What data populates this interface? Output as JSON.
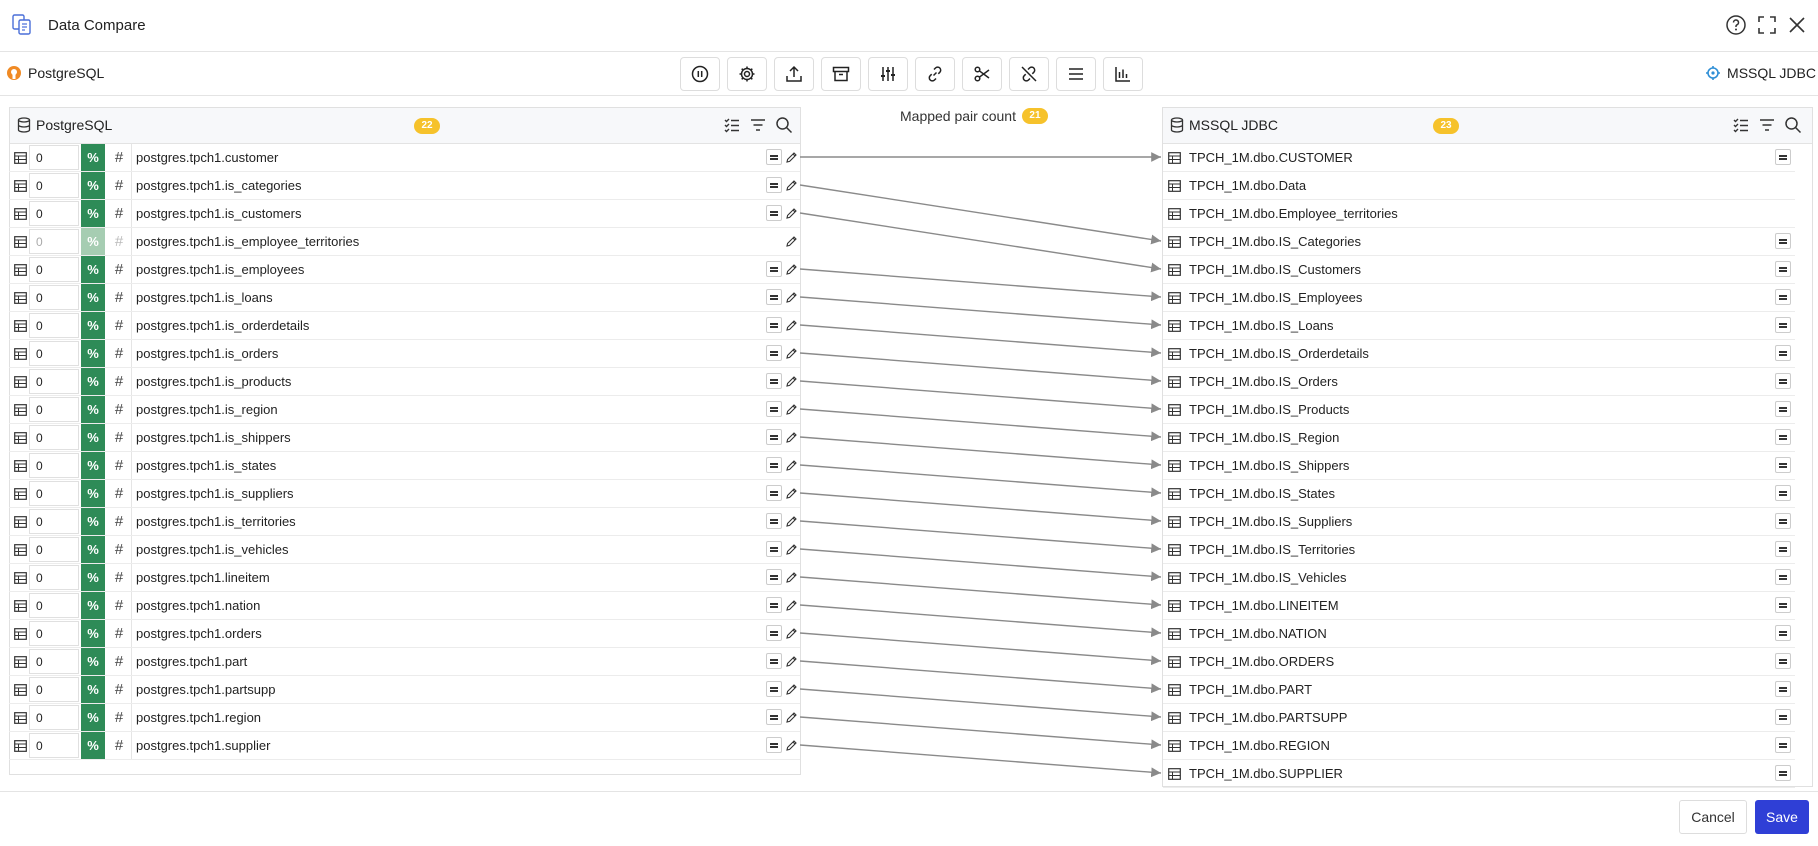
{
  "window": {
    "title": "Data Compare"
  },
  "toolbar": {
    "source_label": "PostgreSQL",
    "target_label": "MSSQL JDBC",
    "buttons": [
      "pause-icon",
      "gear-icon",
      "upload-icon",
      "archive-icon",
      "sliders-icon",
      "link-icon",
      "scissors-icon",
      "unlink-icon",
      "menu-icon",
      "chart-icon"
    ]
  },
  "left_panel": {
    "title": "PostgreSQL",
    "count": "22",
    "rows": [
      {
        "value": "0",
        "name": "postgres.tpch1.customer",
        "mapped": true,
        "dim": false
      },
      {
        "value": "0",
        "name": "postgres.tpch1.is_categories",
        "mapped": true,
        "dim": false
      },
      {
        "value": "0",
        "name": "postgres.tpch1.is_customers",
        "mapped": true,
        "dim": false
      },
      {
        "value": "0",
        "name": "postgres.tpch1.is_employee_territories",
        "mapped": false,
        "dim": true
      },
      {
        "value": "0",
        "name": "postgres.tpch1.is_employees",
        "mapped": true,
        "dim": false
      },
      {
        "value": "0",
        "name": "postgres.tpch1.is_loans",
        "mapped": true,
        "dim": false
      },
      {
        "value": "0",
        "name": "postgres.tpch1.is_orderdetails",
        "mapped": true,
        "dim": false
      },
      {
        "value": "0",
        "name": "postgres.tpch1.is_orders",
        "mapped": true,
        "dim": false
      },
      {
        "value": "0",
        "name": "postgres.tpch1.is_products",
        "mapped": true,
        "dim": false
      },
      {
        "value": "0",
        "name": "postgres.tpch1.is_region",
        "mapped": true,
        "dim": false
      },
      {
        "value": "0",
        "name": "postgres.tpch1.is_shippers",
        "mapped": true,
        "dim": false
      },
      {
        "value": "0",
        "name": "postgres.tpch1.is_states",
        "mapped": true,
        "dim": false
      },
      {
        "value": "0",
        "name": "postgres.tpch1.is_suppliers",
        "mapped": true,
        "dim": false
      },
      {
        "value": "0",
        "name": "postgres.tpch1.is_territories",
        "mapped": true,
        "dim": false
      },
      {
        "value": "0",
        "name": "postgres.tpch1.is_vehicles",
        "mapped": true,
        "dim": false
      },
      {
        "value": "0",
        "name": "postgres.tpch1.lineitem",
        "mapped": true,
        "dim": false
      },
      {
        "value": "0",
        "name": "postgres.tpch1.nation",
        "mapped": true,
        "dim": false
      },
      {
        "value": "0",
        "name": "postgres.tpch1.orders",
        "mapped": true,
        "dim": false
      },
      {
        "value": "0",
        "name": "postgres.tpch1.part",
        "mapped": true,
        "dim": false
      },
      {
        "value": "0",
        "name": "postgres.tpch1.partsupp",
        "mapped": true,
        "dim": false
      },
      {
        "value": "0",
        "name": "postgres.tpch1.region",
        "mapped": true,
        "dim": false
      },
      {
        "value": "0",
        "name": "postgres.tpch1.supplier",
        "mapped": true,
        "dim": false
      }
    ]
  },
  "mapping": {
    "label": "Mapped pair count",
    "count": "21",
    "pairs": [
      [
        0,
        0
      ],
      [
        1,
        3
      ],
      [
        2,
        4
      ],
      [
        4,
        5
      ],
      [
        5,
        6
      ],
      [
        6,
        7
      ],
      [
        7,
        8
      ],
      [
        8,
        9
      ],
      [
        9,
        10
      ],
      [
        10,
        11
      ],
      [
        11,
        12
      ],
      [
        12,
        13
      ],
      [
        13,
        14
      ],
      [
        14,
        15
      ],
      [
        15,
        16
      ],
      [
        16,
        17
      ],
      [
        17,
        18
      ],
      [
        18,
        19
      ],
      [
        19,
        20
      ],
      [
        20,
        21
      ],
      [
        21,
        22
      ]
    ]
  },
  "right_panel": {
    "title": "MSSQL JDBC",
    "count": "23",
    "rows": [
      {
        "name": "TPCH_1M.dbo.CUSTOMER",
        "mapped": true
      },
      {
        "name": "TPCH_1M.dbo.Data",
        "mapped": false
      },
      {
        "name": "TPCH_1M.dbo.Employee_territories",
        "mapped": false
      },
      {
        "name": "TPCH_1M.dbo.IS_Categories",
        "mapped": true
      },
      {
        "name": "TPCH_1M.dbo.IS_Customers",
        "mapped": true
      },
      {
        "name": "TPCH_1M.dbo.IS_Employees",
        "mapped": true
      },
      {
        "name": "TPCH_1M.dbo.IS_Loans",
        "mapped": true
      },
      {
        "name": "TPCH_1M.dbo.IS_Orderdetails",
        "mapped": true
      },
      {
        "name": "TPCH_1M.dbo.IS_Orders",
        "mapped": true
      },
      {
        "name": "TPCH_1M.dbo.IS_Products",
        "mapped": true
      },
      {
        "name": "TPCH_1M.dbo.IS_Region",
        "mapped": true
      },
      {
        "name": "TPCH_1M.dbo.IS_Shippers",
        "mapped": true
      },
      {
        "name": "TPCH_1M.dbo.IS_States",
        "mapped": true
      },
      {
        "name": "TPCH_1M.dbo.IS_Suppliers",
        "mapped": true
      },
      {
        "name": "TPCH_1M.dbo.IS_Territories",
        "mapped": true
      },
      {
        "name": "TPCH_1M.dbo.IS_Vehicles",
        "mapped": true
      },
      {
        "name": "TPCH_1M.dbo.LINEITEM",
        "mapped": true
      },
      {
        "name": "TPCH_1M.dbo.NATION",
        "mapped": true
      },
      {
        "name": "TPCH_1M.dbo.ORDERS",
        "mapped": true
      },
      {
        "name": "TPCH_1M.dbo.PART",
        "mapped": true
      },
      {
        "name": "TPCH_1M.dbo.PARTSUPP",
        "mapped": true
      },
      {
        "name": "TPCH_1M.dbo.REGION",
        "mapped": true
      },
      {
        "name": "TPCH_1M.dbo.SUPPLIER",
        "mapped": true
      }
    ]
  },
  "footer": {
    "cancel_label": "Cancel",
    "save_label": "Save"
  },
  "colors": {
    "accent": "#2f3fd6",
    "percent_green": "#2e8b57",
    "badge": "#f6c22b",
    "postgres_orange": "#f08a24"
  }
}
